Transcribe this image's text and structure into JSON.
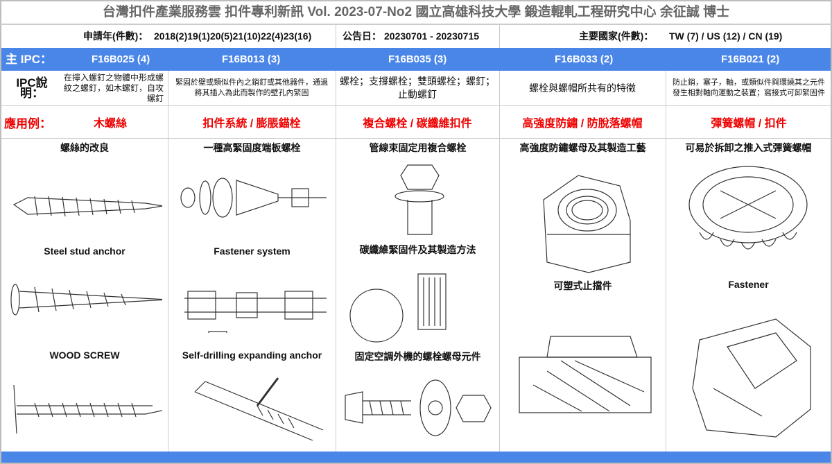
{
  "title": "台灣扣件產業服務雲  扣件專利新訊  Vol. 2023-07-No2  國立高雄科技大學  鍛造輥軋工程研究中心   余征誠 博士",
  "header": {
    "apply_label": "申請年(件數)：",
    "apply_value": "2018(2)19(1)20(5)21(10)22(4)23(16)",
    "date_label": "公告日：",
    "date_value": "20230701 - 20230715",
    "country_label": "主要國家(件數)：",
    "country_value": "TW (7) / US (12) / CN (19)"
  },
  "ipc_label": "主 IPC：",
  "desc_label": "IPC說明：",
  "app_label": "應用例：",
  "columns": [
    {
      "ipc": "F16B025 (4)",
      "desc": "在擰入螺釘之物體中形成螺紋之螺釘，如木螺釘，自攻螺釘",
      "app": "木螺絲",
      "captions": [
        "螺絲的改良",
        "Steel stud anchor",
        "WOOD SCREW"
      ]
    },
    {
      "ipc": "F16B013 (3)",
      "desc": "緊固於壁或類似件內之銷釘或其他器件，通過將其插入為此而製作的壁孔內緊固",
      "app": "扣件系統 / 膨脹錨栓",
      "captions": [
        "一種高緊固度端板螺栓",
        "Fastener system",
        "Self-drilling expanding anchor"
      ]
    },
    {
      "ipc": "F16B035 (3)",
      "desc": "螺栓；支撐螺栓；雙頭螺栓；螺釘；止動螺釘",
      "app": "複合螺栓 / 碳纖維扣件",
      "captions": [
        "管線束固定用複合螺栓",
        "碳纖維緊固件及其製造方法",
        "固定空調外機的螺栓螺母元件"
      ]
    },
    {
      "ipc": "F16B033 (2)",
      "desc": "螺栓與螺帽所共有的特徵",
      "app": "高強度防鏽 / 防脫落螺帽",
      "captions": [
        "高強度防鏽螺母及其製造工藝",
        "可塑式止擋件"
      ]
    },
    {
      "ipc": "F16B021 (2)",
      "desc": "防止銷，塞子，軸，或類似件與環繞其之元件發生相對軸向運動之裝置；窩接式可卸緊固件",
      "app": "彈簧螺帽 / 扣件",
      "captions": [
        "可易於拆卸之推入式彈簧螺帽",
        "Fastener"
      ]
    }
  ],
  "colors": {
    "accent": "#4a86e8",
    "app_text": "#ee0000"
  }
}
